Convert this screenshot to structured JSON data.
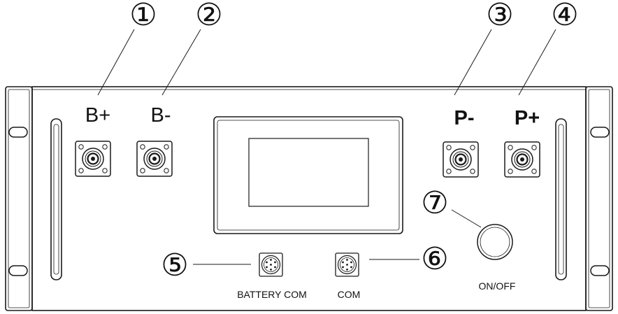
{
  "callouts": [
    "①",
    "②",
    "③",
    "④",
    "⑤",
    "⑥",
    "⑦"
  ],
  "terminals": {
    "b_plus": "B+",
    "b_minus": "B-",
    "p_minus": "P-",
    "p_plus": "P+"
  },
  "ports": {
    "battery_com": "BATTERY COM",
    "com": "COM"
  },
  "switch": {
    "label": "ON/OFF"
  }
}
